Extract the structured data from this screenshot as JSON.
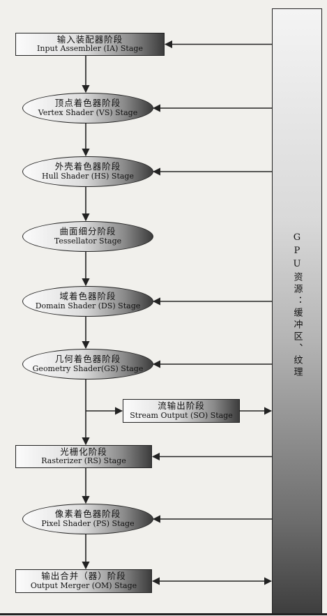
{
  "stages": [
    {
      "id": "ia",
      "cn": "输入装配器阶段",
      "en": "Input Assembler (IA) Stage",
      "shape": "rect"
    },
    {
      "id": "vs",
      "cn": "顶点着色器阶段",
      "en": "Vertex Shader (VS) Stage",
      "shape": "ellipse"
    },
    {
      "id": "hs",
      "cn": "外壳着色器阶段",
      "en": "Hull Shader (HS) Stage",
      "shape": "ellipse"
    },
    {
      "id": "ts",
      "cn": "曲面细分阶段",
      "en": "Tessellator Stage",
      "shape": "ellipse"
    },
    {
      "id": "ds",
      "cn": "域着色器阶段",
      "en": "Domain Shader (DS) Stage",
      "shape": "ellipse"
    },
    {
      "id": "gs",
      "cn": "几何着色器阶段",
      "en": "Geometry Shader(GS) Stage",
      "shape": "ellipse"
    },
    {
      "id": "so",
      "cn": "流输出阶段",
      "en": "Stream Output (SO) Stage",
      "shape": "rect"
    },
    {
      "id": "rs",
      "cn": "光栅化阶段",
      "en": "Rasterizer (RS) Stage",
      "shape": "rect"
    },
    {
      "id": "ps",
      "cn": "像素着色器阶段",
      "en": "Pixel Shader (PS) Stage",
      "shape": "ellipse"
    },
    {
      "id": "om",
      "cn": "输出合并（器）阶段",
      "en": "Output Merger (OM) Stage",
      "shape": "rect"
    }
  ],
  "resource": {
    "label": "GPU资源：缓冲区、纹理"
  },
  "colors": {
    "line": "#222222",
    "stage_fill_light": "#f7f7f7",
    "stage_fill_dark": "#4a4a4a"
  }
}
